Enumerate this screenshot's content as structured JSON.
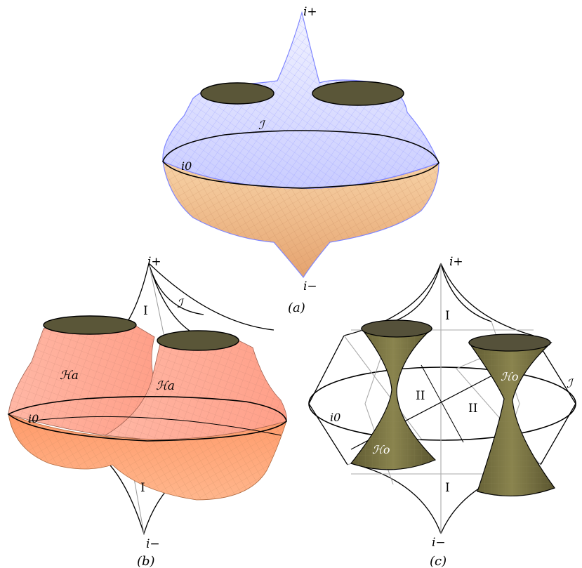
{
  "colors": {
    "scri_surface": "#d9dcff",
    "scri_stroke": "#7f86ff",
    "orange_surface": "#ffb27a",
    "pink_surface": "#ffb4a8",
    "horizon_olive": "#6f6a3a",
    "hole_dark": "#55513a",
    "outline": "#000000",
    "grey_line": "#9a9a9a"
  },
  "panel_a": {
    "caption": "(a)",
    "i_plus": "i+",
    "i_minus": "i−",
    "i_zero": "i0",
    "scri": "ℐ"
  },
  "panel_b": {
    "caption": "(b)",
    "i_plus": "i+",
    "i_minus": "i−",
    "i_zero": "i0",
    "scri": "ℐ",
    "region_top": "I",
    "region_bottom": "I",
    "horizon_left": "ℋa",
    "horizon_right": "ℋa"
  },
  "panel_c": {
    "caption": "(c)",
    "i_plus": "i+",
    "i_minus": "i−",
    "i_zero": "i0",
    "scri": "ℐ",
    "region_top": "I",
    "region_bottom": "I",
    "region_mid_left": "II",
    "region_mid_right": "II",
    "horizon_left": "ℋo",
    "horizon_right": "ℋo"
  }
}
